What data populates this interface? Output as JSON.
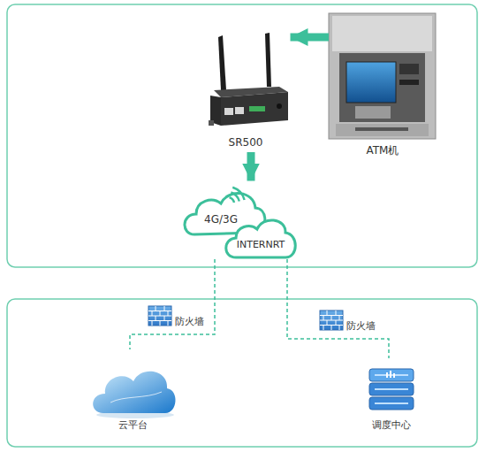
{
  "diagram": {
    "nodes": [
      {
        "text": [
          "SR500"
        ]
      },
      {
        "text": [
          "ATM机"
        ]
      },
      {
        "text": [
          "4G/3G",
          "INTERNRT"
        ]
      },
      {
        "text": [
          "云平台"
        ]
      },
      {
        "text": [
          "调度中心"
        ]
      }
    ],
    "edges": [
      {
        "from": 1,
        "to": 0,
        "arrow": "to"
      },
      {
        "from": 0,
        "to": 2,
        "arrow": "to"
      },
      {
        "from": 2,
        "to": 3,
        "arrow": "none"
      },
      {
        "from": 2,
        "to": 4,
        "arrow": "none"
      }
    ],
    "labels": [
      "防火墙",
      "防火墙"
    ]
  }
}
